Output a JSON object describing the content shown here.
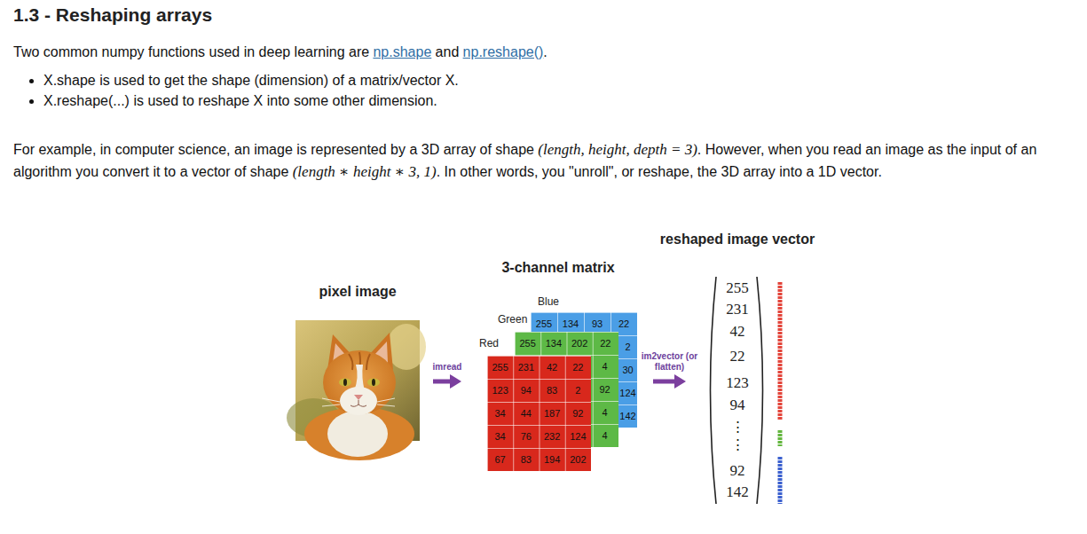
{
  "diagram": {
    "title": "1.3 - Reshaping arrays",
    "nodes": [
      {
        "text": [
          "pixel image"
        ]
      },
      {
        "text": [
          "3-channel matrix"
        ]
      },
      {
        "text": [
          "Blue",
          "255",
          "134",
          "93",
          "22",
          "2",
          "30",
          "124",
          "142"
        ],
        "in": 1
      },
      {
        "text": [
          "Green",
          "255",
          "134",
          "202",
          "22",
          "4",
          "92",
          "4",
          "4"
        ],
        "in": 1
      },
      {
        "text": [
          "Red",
          "255",
          "231",
          "42",
          "22",
          "123",
          "94",
          "83",
          "2",
          "34",
          "44",
          "187",
          "92",
          "34",
          "76",
          "232",
          "124",
          "67",
          "83",
          "194",
          "202"
        ],
        "in": 1
      },
      {
        "text": [
          "reshaped image vector",
          "255",
          "231",
          "42",
          "22",
          "123",
          "94",
          "⋮",
          "⋮",
          "92",
          "142"
        ]
      }
    ],
    "edges": [
      {
        "from": 0,
        "to": 1,
        "label": "imread",
        "arrow": "to"
      },
      {
        "from": 1,
        "to": 5,
        "label": "im2vector (or flatten)",
        "arrow": "to"
      }
    ],
    "labels": [
      "Two common numpy functions used in deep learning are",
      "np.shape",
      "and",
      "np.reshape()",
      ".",
      "X.shape is used to get the shape (dimension) of a matrix/vector X.",
      "X.reshape(...) is used to reshape X into some other dimension.",
      "For example, in computer science, an image is represented by a 3D array of shape",
      "(length, height, depth = 3)",
      ". However, when you read an image as the input of an algorithm you convert it to a vector of shape",
      "(length ∗ height ∗ 3, 1)",
      ". In other words, you \"unroll\", or reshape, the 3D array into a 1D vector."
    ]
  }
}
